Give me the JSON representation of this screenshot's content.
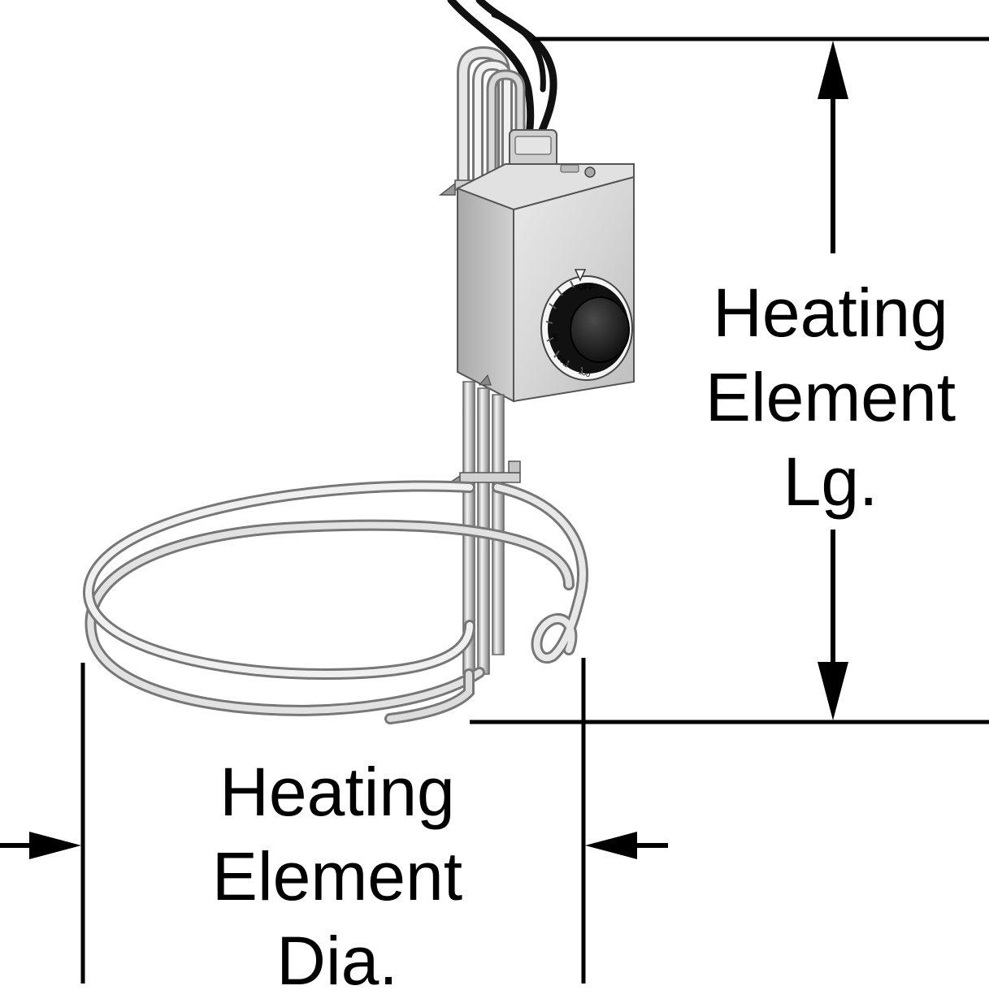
{
  "labels": {
    "length": {
      "line1": "Heating",
      "line2": "Element",
      "line3": "Lg."
    },
    "diameter": {
      "line1": "Heating",
      "line2": "Element",
      "line3": "Dia."
    }
  },
  "control_knob": {
    "pointer_label": "OFF",
    "scale_labels": [
      "OFF",
      "60",
      "100",
      "150"
    ]
  },
  "colors": {
    "dimension_lines": "#000000",
    "steel": "#c9c9c9",
    "cable": "#111111",
    "knob": "#1a1a1a"
  }
}
